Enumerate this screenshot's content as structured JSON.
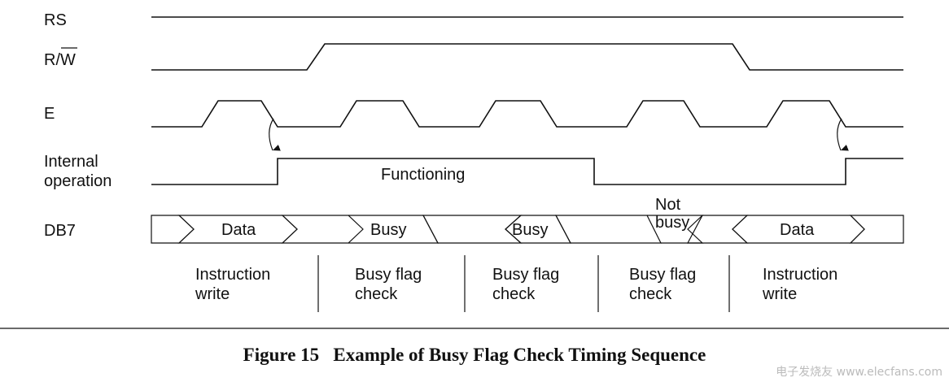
{
  "signals": {
    "rs": "RS",
    "rw_prefix": "R/",
    "rw_bar": "W",
    "e": "E",
    "internal_line1": "Internal",
    "internal_line2": "operation",
    "db7": "DB7"
  },
  "annotations": {
    "functioning": "Functioning"
  },
  "bus": {
    "data1": "Data",
    "busy1": "Busy",
    "busy2": "Busy",
    "not_busy_line1": "Not",
    "not_busy_line2": "busy",
    "data2": "Data"
  },
  "phases": [
    {
      "line1": "Instruction",
      "line2": "write"
    },
    {
      "line1": "Busy flag",
      "line2": "check"
    },
    {
      "line1": "Busy flag",
      "line2": "check"
    },
    {
      "line1": "Busy flag",
      "line2": "check"
    },
    {
      "line1": "Instruction",
      "line2": "write"
    }
  ],
  "caption": "Figure 15   Example of Busy Flag Check Timing Sequence",
  "watermark": "电子发烧友 www.elecfans.com"
}
